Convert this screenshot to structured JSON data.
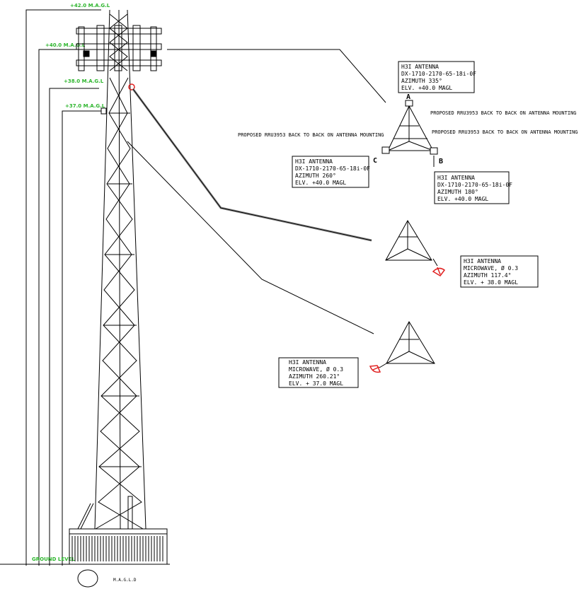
{
  "elevations": {
    "e42": "+42.0 M.A.G.L",
    "e40": "+40.0 M.A.G.L",
    "e38": "+38.0 M.A.G.L",
    "e37": "+37.0 M.A.G.L",
    "ground": "GROUND LEVEL"
  },
  "legend_text": "M.A.G.L.D",
  "sector_plan": {
    "label_a": "A",
    "label_b": "B",
    "label_c": "C",
    "rru_a": "PROPOSED RRU3953 BACK TO BACK ON ANTENNA MOUNTING",
    "rru_b": "PROPOSED RRU3953 BACK TO BACK ON ANTENNA MOUNTING",
    "rru_c": "PROPOSED RRU3953 BACK TO BACK ON ANTENNA MOUNTING",
    "antenna_a": [
      "H3I ANTENNA",
      "DX-1710-2170-65-18i-0F",
      "AZIMUTH 335°",
      "ELV. +40.0 MAGL"
    ],
    "antenna_b": [
      "H3I ANTENNA",
      "DX-1710-2170-65-18i-0F",
      "AZIMUTH 180°",
      "ELV. +40.0 MAGL"
    ],
    "antenna_c": [
      "H3I ANTENNA",
      "DX-1710-2170-65-18i-0F",
      "AZIMUTH 260°",
      "ELV. +40.0 MAGL"
    ]
  },
  "mw1": [
    "H3I ANTENNA",
    "MICROWAVE, Ø 0.3",
    "AZIMUTH 117.4°",
    "ELV. + 38.0 MAGL"
  ],
  "mw2": [
    "H3I ANTENNA",
    "MICROWAVE, Ø 0.3",
    "AZIMUTH 260.21°",
    "ELV. + 37.0 MAGL"
  ],
  "colors": {
    "elevation_text": "#2db52d",
    "microwave": "#e02020",
    "line": "#000000"
  }
}
